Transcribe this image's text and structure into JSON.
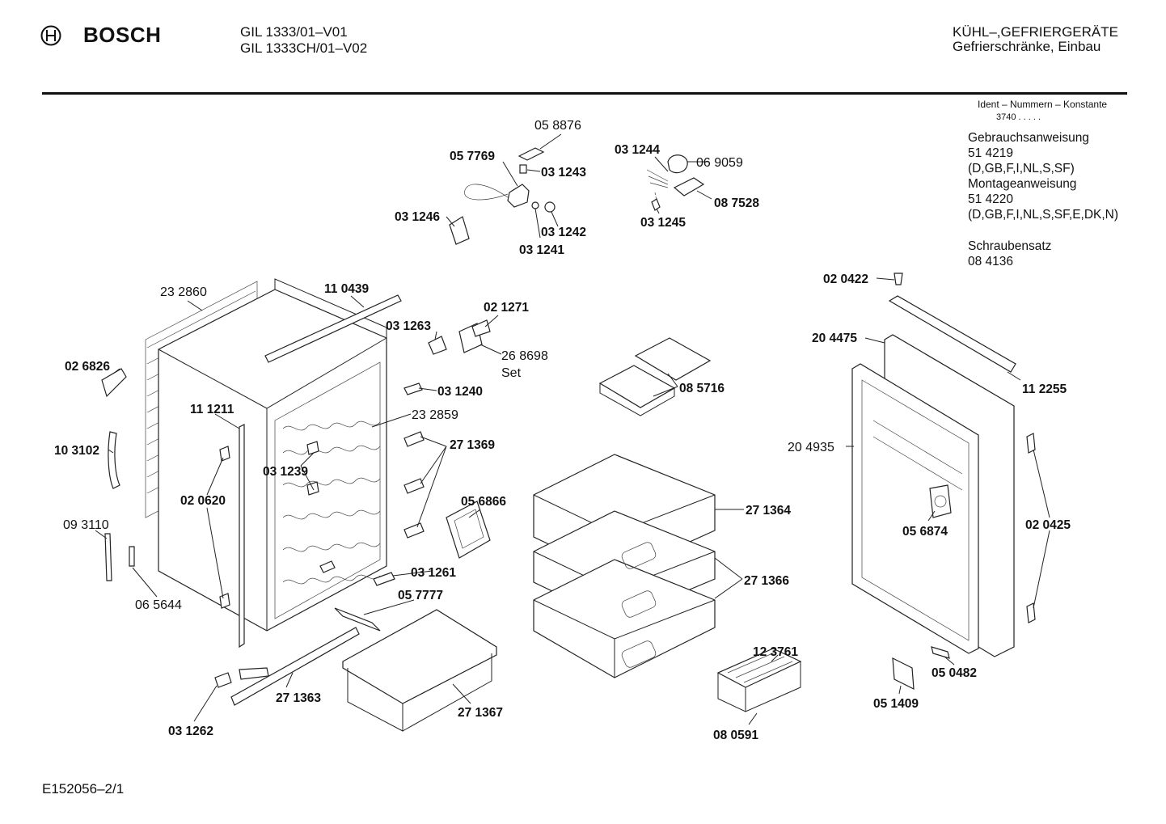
{
  "header": {
    "brand": "BOSCH",
    "model_1": "GIL 1333/01–V01",
    "model_2": "GIL 1333CH/01–V02",
    "category_1": "KÜHL–,GEFRIERGERÄTE",
    "category_2": "Gefrierschränke, Einbau"
  },
  "info": {
    "ident_label": "Ident – Nummern – Konstante",
    "ident_value": "3740 . . . . .",
    "usage_label": "Gebrauchsanweisung",
    "usage_number": "51 4219",
    "usage_langs": "(D,GB,F,I,NL,S,SF)",
    "mount_label": "Montageanweisung",
    "mount_number": "51 4220",
    "mount_langs": "(D,GB,F,I,NL,S,SF,E,DK,N)",
    "screw_label": "Schraubensatz",
    "screw_number": "08 4136"
  },
  "footer": {
    "code": "E152056–2/1"
  },
  "parts": {
    "p058876": "05 8876",
    "p057769": "05 7769",
    "p031243": "03 1243",
    "p031246": "03 1246",
    "p031242": "03 1242",
    "p031241": "03 1241",
    "p031244": "03 1244",
    "p069059": "06 9059",
    "p087528": "08 7528",
    "p031245": "03 1245",
    "p232860": "23 2860",
    "p110439": "11 0439",
    "p021271": "02 1271",
    "p031263": "03 1263",
    "p268698": "26 8698",
    "p268698set": "Set",
    "p026826": "02 6826",
    "p031240": "03 1240",
    "p085716": "08 5716",
    "p111211": "11 1211",
    "p232859": "23 2859",
    "p103102": "10 3102",
    "p271369": "27 1369",
    "p031239": "03 1239",
    "p020620": "02 0620",
    "p056866": "05 6866",
    "p271364": "27 1364",
    "p093110": "09 3110",
    "p031261": "03 1261",
    "p057777": "05 7777",
    "p065644": "06 5644",
    "p271366": "27 1366",
    "p271363": "27 1363",
    "p271367": "27 1367",
    "p031262": "03 1262",
    "p123761": "12 3761",
    "p080591": "08 0591",
    "p020422": "02 0422",
    "p204475": "20 4475",
    "p112255": "11 2255",
    "p204935": "20 4935",
    "p056874": "05 6874",
    "p020425": "02 0425",
    "p050482": "05 0482",
    "p051409": "05 1409"
  }
}
